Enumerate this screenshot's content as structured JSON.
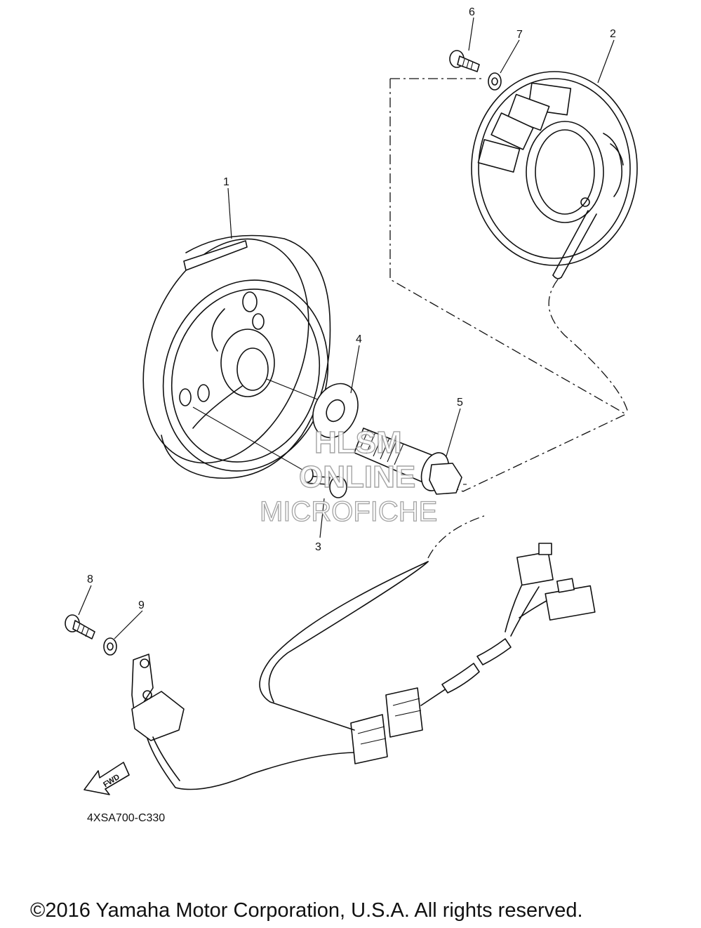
{
  "callouts": {
    "c1": "1",
    "c2": "2",
    "c3": "3",
    "c4": "4",
    "c5": "5",
    "c6": "6",
    "c7": "7",
    "c8": "8",
    "c9": "9"
  },
  "arrow_label": "FWD",
  "diagram_code": "4XSA700-C330",
  "watermark": {
    "line1": "HLSM",
    "line2": "ONLINE",
    "line3": "MICROFICHE"
  },
  "copyright": "©2016 Yamaha Motor Corporation, U.S.A. All rights reserved."
}
